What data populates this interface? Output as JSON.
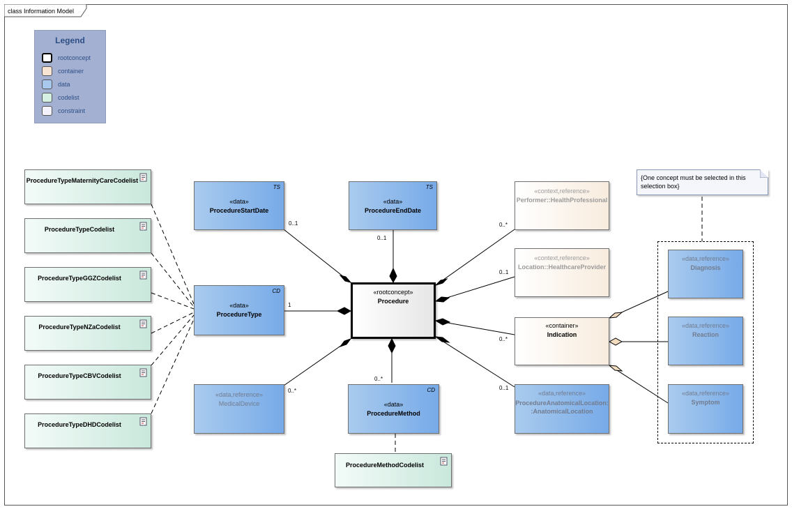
{
  "frame": {
    "title": "class Information Model"
  },
  "legend": {
    "title": "Legend",
    "items": [
      {
        "label": "rootconcept",
        "color": "#ffffff"
      },
      {
        "label": "container",
        "color": "#f8e4d3"
      },
      {
        "label": "data",
        "color": "#a8c8ee"
      },
      {
        "label": "codelist",
        "color": "#d6f0e4"
      },
      {
        "label": "constraint",
        "color": "#f4f2fb"
      }
    ]
  },
  "classes": {
    "procedure": {
      "stereotype": "«rootconcept»",
      "name": "Procedure"
    },
    "start_date": {
      "stereotype": "«data»",
      "name": "ProcedureStartDate",
      "tag": "TS"
    },
    "end_date": {
      "stereotype": "«data»",
      "name": "ProcedureEndDate",
      "tag": "TS"
    },
    "procedure_type": {
      "stereotype": "«data»",
      "name": "ProcedureType",
      "tag": "CD"
    },
    "medical_device": {
      "stereotype": "«data,reference»",
      "name": "MedicalDevice"
    },
    "procedure_method": {
      "stereotype": "«data»",
      "name": "ProcedureMethod",
      "tag": "CD"
    },
    "performer": {
      "stereotype": "«context,reference»",
      "name": "Performer::HealthProfessional"
    },
    "location": {
      "stereotype": "«context,reference»",
      "name": "Location::HealthcareProvider"
    },
    "indication": {
      "stereotype": "«container»",
      "name": "Indication"
    },
    "anatomical_location": {
      "stereotype": "«data,reference»",
      "name_line1": "ProcedureAnatomicalLocation:",
      "name_line2": ":AnatomicalLocation"
    },
    "diagnosis": {
      "stereotype": "«data,reference»",
      "name": "Diagnosis"
    },
    "reaction": {
      "stereotype": "«data,reference»",
      "name": "Reaction"
    },
    "symptom": {
      "stereotype": "«data,reference»",
      "name": "Symptom"
    }
  },
  "codelists": {
    "maternity": "ProcedureTypeMaternityCareCodelist",
    "type": "ProcedureTypeCodelist",
    "ggz": "ProcedureTypeGGZCodelist",
    "nza": "ProcedureTypeNZaCodelist",
    "cbv": "ProcedureTypeCBVCodelist",
    "dhd": "ProcedureTypeDHDCodelist",
    "method": "ProcedureMethodCodelist"
  },
  "multiplicities": {
    "start_date": "0..1",
    "end_date": "0..1",
    "procedure_type": "1",
    "medical_device": "0..*",
    "procedure_method": "0..*",
    "performer": "0..*",
    "location": "0..1",
    "indication": "0..*",
    "anatomical_location": "0..1"
  },
  "note": {
    "text": "{One concept must be selected in this selection box}"
  },
  "colors": {
    "data_box": "#8fb9ec",
    "codelist_box": "#d6f0e4",
    "container_box": "#fbf1e7",
    "legend_bg": "#a3b0d1",
    "legend_text": "#2d4f86"
  }
}
